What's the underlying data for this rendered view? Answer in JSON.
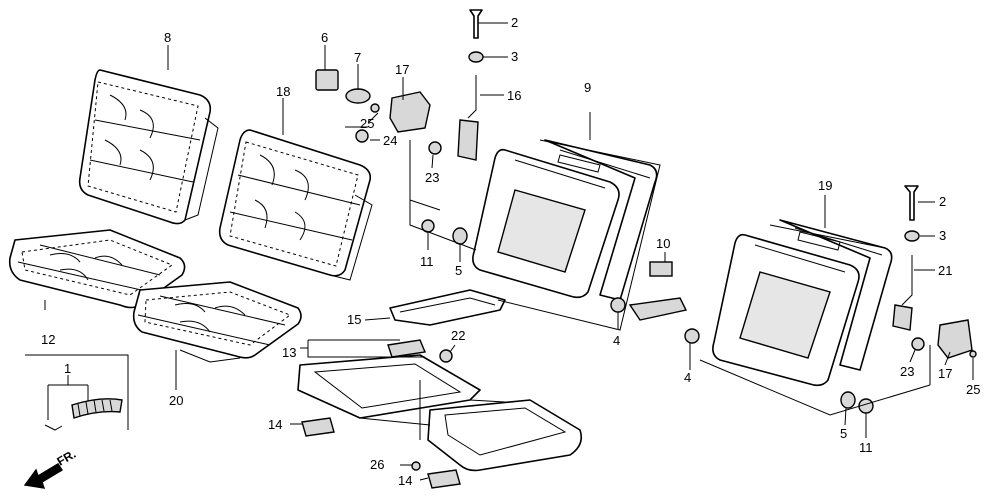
{
  "labels": {
    "p1": "1",
    "p2a": "2",
    "p2b": "2",
    "p3a": "3",
    "p3b": "3",
    "p4a": "4",
    "p4b": "4",
    "p5a": "5",
    "p5b": "5",
    "p6": "6",
    "p7": "7",
    "p8": "8",
    "p9": "9",
    "p10": "10",
    "p11a": "11",
    "p11b": "11",
    "p12": "12",
    "p13": "13",
    "p14a": "14",
    "p14b": "14",
    "p15": "15",
    "p16": "16",
    "p17a": "17",
    "p17b": "17",
    "p18": "18",
    "p19": "19",
    "p20": "20",
    "p21": "21",
    "p22": "22",
    "p23a": "23",
    "p23b": "23",
    "p24": "24",
    "p25a": "25",
    "p25b": "25",
    "p26": "26"
  },
  "direction": "FR."
}
